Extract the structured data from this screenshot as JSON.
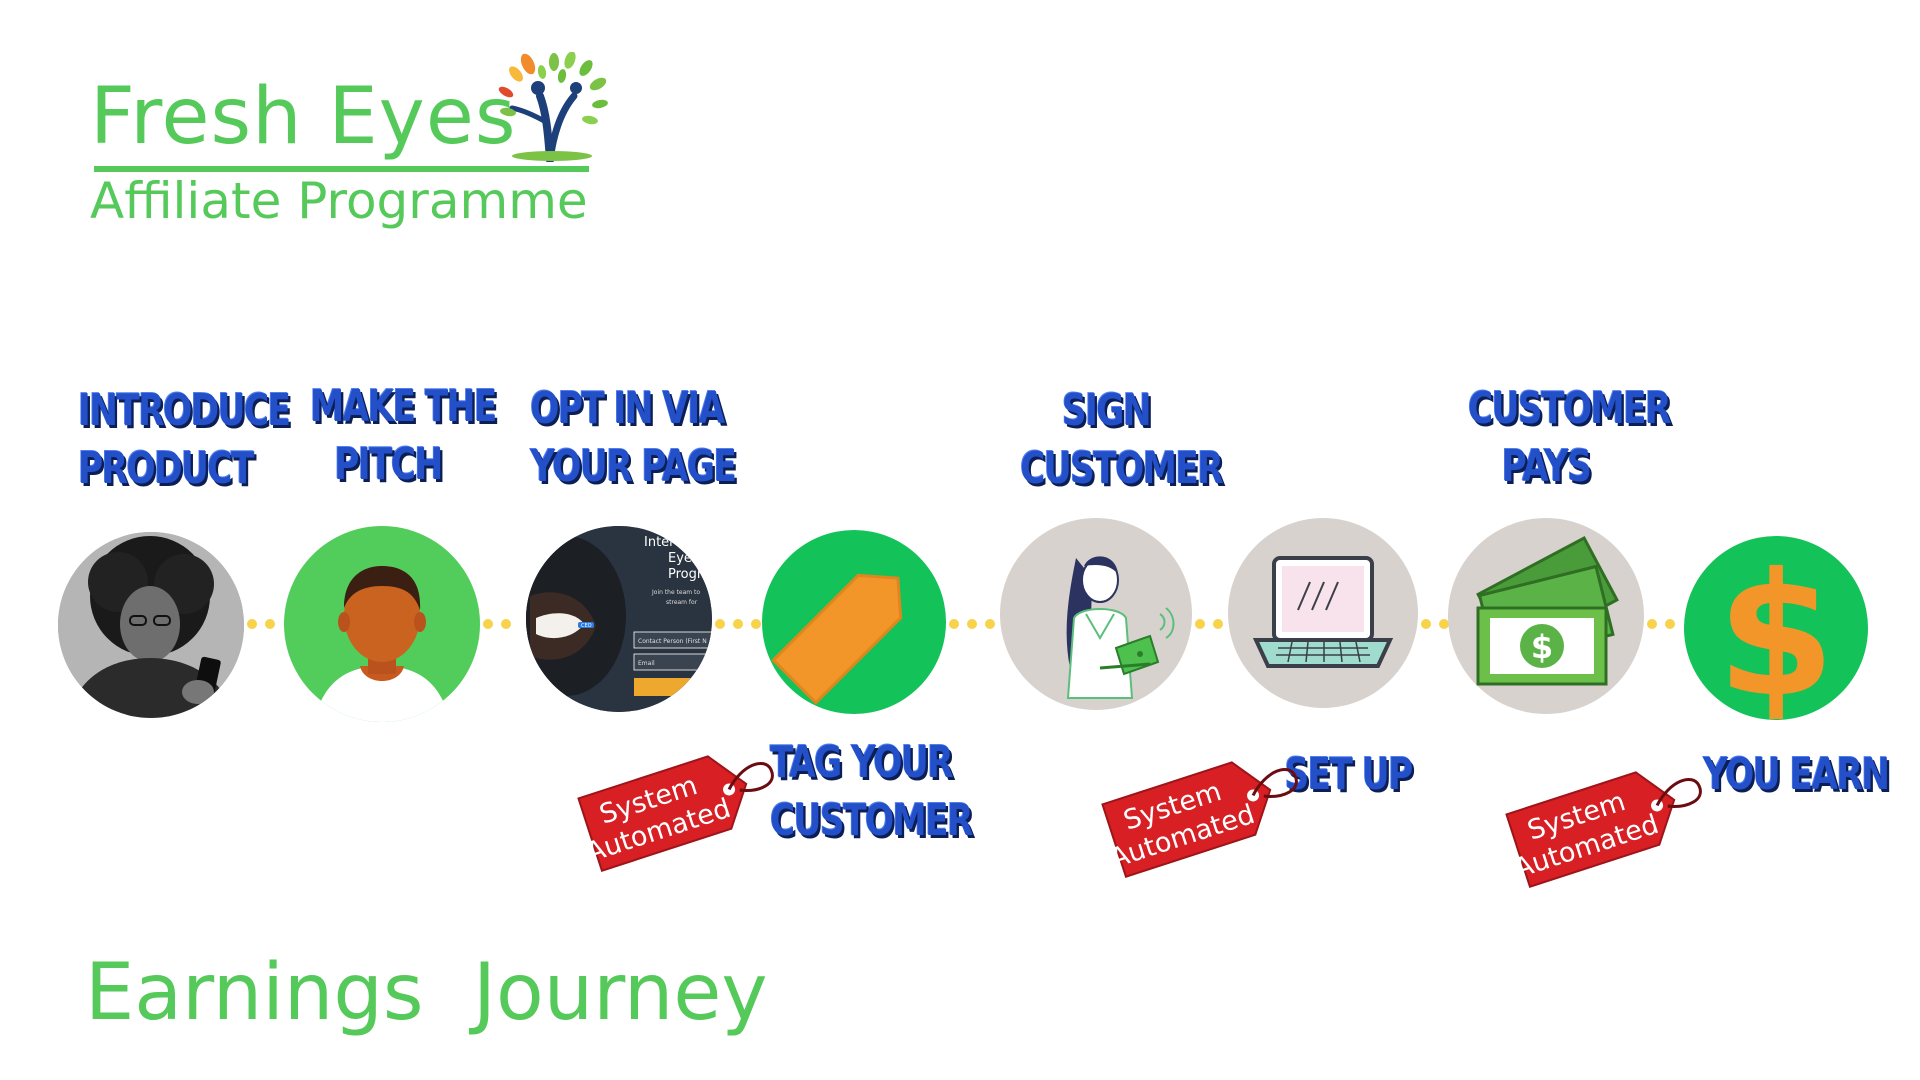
{
  "header": {
    "title": "Fresh Eyes",
    "subtitle": "Affiliate Programme",
    "logo_icon": "tree-people-logo-icon"
  },
  "footer": {
    "title": "Earnings  Journey"
  },
  "steps": [
    {
      "line1": "Introduce",
      "line2": "Product",
      "icon": "woman-phone-photo"
    },
    {
      "line1": "Make the",
      "line2": "Pitch",
      "icon": "person-avatar-icon"
    },
    {
      "line1": "Opt in via",
      "line2": "your page",
      "icon": "web-page-screenshot"
    },
    {
      "line1": "Tag your",
      "line2": "customer",
      "icon": "price-tag-icon"
    },
    {
      "line1": "Sign",
      "line2": "customer",
      "icon": "woman-laptop-icon"
    },
    {
      "line1": "Set up",
      "line2": "",
      "icon": "laptop-icon"
    },
    {
      "line1": "Customer",
      "line2": "Pays",
      "icon": "money-icon"
    },
    {
      "line1": "You earn",
      "line2": "",
      "icon": "dollar-sign-icon"
    }
  ],
  "web_snippet": {
    "heading_1": "Intere",
    "heading_2": "Eye",
    "heading_3": "Progr",
    "body_1": "Join the team to",
    "body_2": "stream for",
    "field_1": "Contact Person (First N",
    "field_2": "Email",
    "badge": "CEO"
  },
  "tags": {
    "line1": "System",
    "line2": "Automated"
  },
  "colors": {
    "brand_green": "#55c95a",
    "label_blue": "#2350c9",
    "tag_red": "#d71f24",
    "dot_yellow": "#f6d34a",
    "orange": "#f3962a",
    "circle_grey": "#d7d2cd",
    "circle_green": "#13c259"
  }
}
